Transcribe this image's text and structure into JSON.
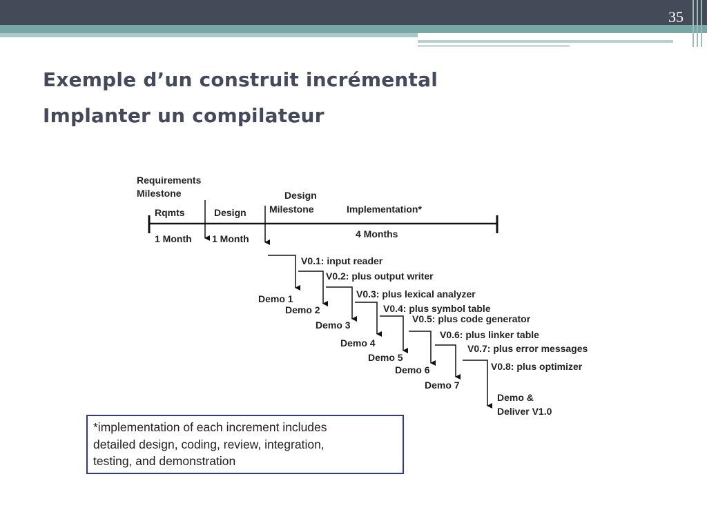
{
  "slide": {
    "number": "35",
    "title_line1": "Exemple d’un construit incrémental",
    "title_line2": "Implanter un compilateur"
  },
  "diagram": {
    "requirements_milestone": [
      "Requirements",
      "Milestone"
    ],
    "design_milestone": [
      "Design",
      "Milestone"
    ],
    "phase_labels": {
      "rqmts": "Rqmts",
      "design": "Design",
      "implementation": "Implementation*"
    },
    "durations": {
      "rqmts": "1 Month",
      "design": "1 Month",
      "implementation": "4 Months"
    },
    "versions": [
      "V0.1: input reader",
      "V0.2: plus output writer",
      "V0.3: plus lexical analyzer",
      "V0.4: plus symbol table",
      "V0.5: plus code generator",
      "V0.6: plus linker table",
      "V0.7: plus error messages",
      "V0.8: plus optimizer"
    ],
    "demos": [
      "Demo 1",
      "Demo 2",
      "Demo 3",
      "Demo 4",
      "Demo 5",
      "Demo 6",
      "Demo 7"
    ],
    "final": [
      "Demo &",
      "Deliver V1.0"
    ]
  },
  "note": {
    "lines": [
      "*implementation of each increment includes",
      "detailed design, coding, review, integration,",
      "testing, and demonstration"
    ]
  }
}
